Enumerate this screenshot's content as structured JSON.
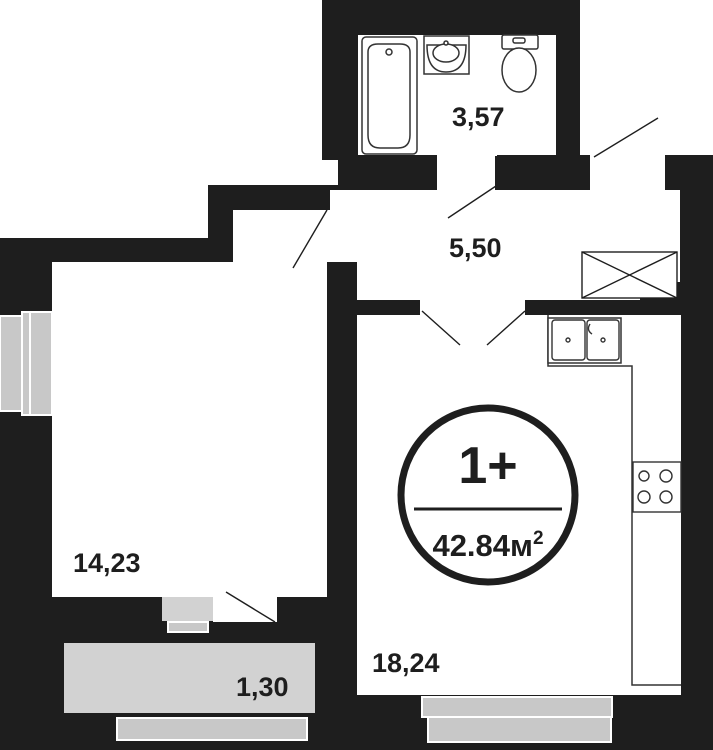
{
  "apartment": {
    "type": "1+",
    "total_area": "42.84",
    "area_unit": "м",
    "area_unit_power": "2"
  },
  "rooms": [
    {
      "key": "bathroom",
      "area": "3,57"
    },
    {
      "key": "hallway",
      "area": "5,50"
    },
    {
      "key": "bedroom",
      "area": "14,23"
    },
    {
      "key": "balcony",
      "area": "1,30"
    },
    {
      "key": "kitchen_living",
      "area": "18,24"
    }
  ],
  "colors": {
    "wall": "#1e1e1e",
    "floor": "#ffffff",
    "balcony": "#d2d2d2",
    "window": "#c8c8c8",
    "fixture_stroke": "#333333"
  }
}
